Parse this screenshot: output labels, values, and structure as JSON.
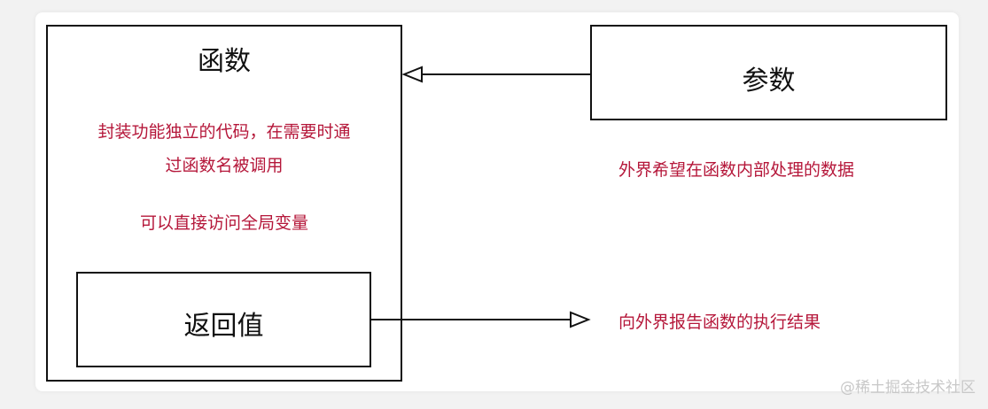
{
  "function_box": {
    "title": "函数",
    "desc_line1": "封装功能独立的代码，在需要时通",
    "desc_line2": "过函数名被调用",
    "desc_line3": "可以直接访问全局变量"
  },
  "return_box": {
    "title": "返回值"
  },
  "params_box": {
    "title": "参数"
  },
  "params_desc": "外界希望在函数内部处理的数据",
  "return_desc": "向外界报告函数的执行结果",
  "watermark": "@稀土掘金技术社区",
  "colors": {
    "text_red": "#b5173a",
    "border": "#111111",
    "background": "#f2f2f2"
  }
}
